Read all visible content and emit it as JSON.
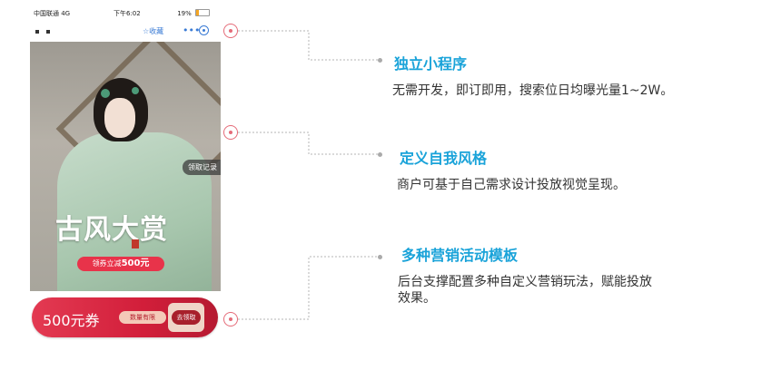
{
  "statusbar": {
    "carrier": "中国联通 4G",
    "time": "下午6:02",
    "battery": "19%"
  },
  "navbar": {
    "favorite": "☆收藏",
    "more": "•••"
  },
  "banner": {
    "record_tab": "领取记录",
    "title_art": "古风大赏",
    "promo_pill_prefix": "领券立减",
    "promo_pill_amount": "500元"
  },
  "coupon": {
    "amount": "500元券",
    "limited": "数量有限",
    "claim": "去领取"
  },
  "features": [
    {
      "title": "独立小程序",
      "desc": "无需开发，即订即用，搜索位日均曝光量1~2W。"
    },
    {
      "title": "定义自我风格",
      "desc": "商户可基于自己需求设计投放视觉呈现。"
    },
    {
      "title": "多种营销活动模板",
      "desc_line1": "后台支撑配置多种自定义营销玩法，赋能投放",
      "desc_line2": "效果。"
    }
  ],
  "colors": {
    "accent": "#1aa3d9",
    "coupon_red": "#d21e3a",
    "marker": "#e56b78"
  }
}
